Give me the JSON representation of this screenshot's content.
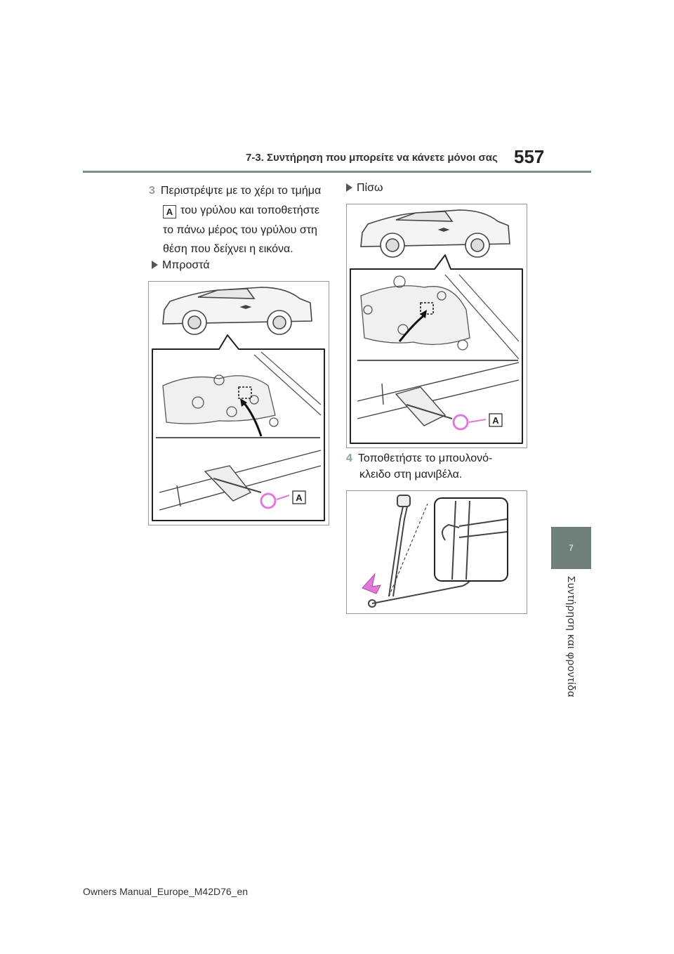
{
  "header": {
    "section_title": "7-3. Συντήρηση που μπορείτε να κάνετε μόνοι σας",
    "page_number": "557"
  },
  "side_tab": {
    "chapter": "7",
    "label": "Συντήρηση και φροντίδα"
  },
  "step3": {
    "number": "3",
    "line1": "Περιστρέψτε με το χέρι το τμήμα",
    "mark": "A",
    "line2": "του γρύλου και τοποθετήστε",
    "line3": "το πάνω μέρος του γρύλου στη",
    "line4": "θέση που δείχνει η εικόνα."
  },
  "front_label": "Μπροστά",
  "rear_label": "Πίσω",
  "step4": {
    "number": "4",
    "line1": "Τοποθετήστε το μπουλονό-",
    "line2": "κλειδο στη μανιβέλα."
  },
  "figure_front": {
    "callout": "A"
  },
  "figure_rear": {
    "callout": "A"
  },
  "colors": {
    "accent_green": "#8ca28f",
    "tab_gray": "#6f807b",
    "arrow_pink": "#e07ad8"
  },
  "footer": {
    "text": "Owners Manual_Europe_M42D76_en"
  }
}
